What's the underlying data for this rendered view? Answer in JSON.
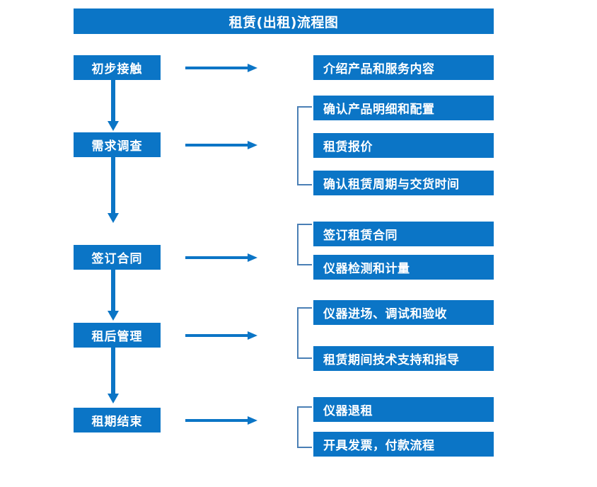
{
  "chart_data": {
    "type": "diagram",
    "title": "租赁(出租)流程图",
    "diagram_kind": "flowchart",
    "stages": [
      {
        "label": "初步接触",
        "details": [
          "介绍产品和服务内容"
        ]
      },
      {
        "label": "需求调查",
        "details": [
          "确认产品明细和配置",
          "租赁报价",
          "确认租赁周期与交货时间"
        ]
      },
      {
        "label": "签订合同",
        "details": [
          "签订租赁合同",
          "仪器检测和计量"
        ]
      },
      {
        "label": "租后管理",
        "details": [
          "仪器进场、调试和验收",
          "租赁期间技术支持和指导"
        ]
      },
      {
        "label": "租期结束",
        "details": [
          "仪器退租",
          "开具发票，付款流程"
        ]
      }
    ]
  },
  "header": {
    "title": "租赁(出租)流程图"
  },
  "stages": [
    {
      "label": "初步接触"
    },
    {
      "label": "需求调查"
    },
    {
      "label": "签订合同"
    },
    {
      "label": "租后管理"
    },
    {
      "label": "租期结束"
    }
  ],
  "details": [
    {
      "label": "介绍产品和服务内容"
    },
    {
      "label": "确认产品明细和配置"
    },
    {
      "label": "租赁报价"
    },
    {
      "label": "确认租赁周期与交货时间"
    },
    {
      "label": "签订租赁合同"
    },
    {
      "label": "仪器检测和计量"
    },
    {
      "label": "仪器进场、调试和验收"
    },
    {
      "label": "租赁期间技术支持和指导"
    },
    {
      "label": "仪器退租"
    },
    {
      "label": "开具发票，付款流程"
    }
  ],
  "colors": {
    "box_fill": "#0b75c6",
    "box_text": "#ffffff",
    "arrow": "#0b75c6",
    "bracket": "#4a7fb5",
    "background": "#ffffff"
  }
}
